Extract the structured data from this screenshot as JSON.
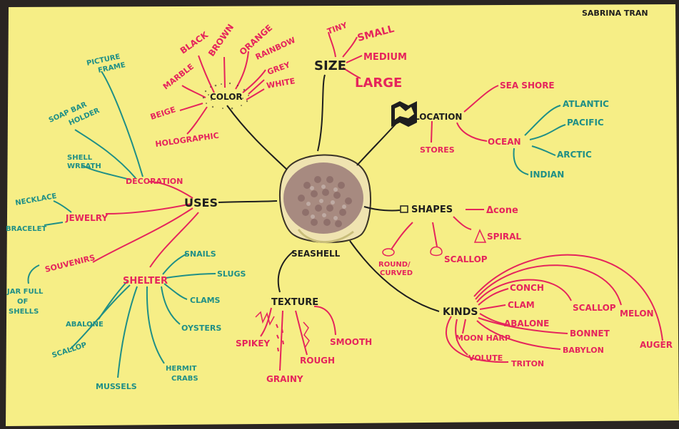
{
  "author": "SABRINA TRAN",
  "center": "SEASHELL",
  "colors": {
    "paper": "#f6ee86",
    "pink": "#e5245c",
    "teal": "#1f8f86",
    "black": "#1e1e1e"
  },
  "branches": {
    "color": {
      "label": "COLOR",
      "items": [
        "BLACK",
        "BROWN",
        "ORANGE",
        "RAINBOW",
        "GREY",
        "WHITE",
        "MARBLE",
        "BEIGE",
        "HOLOGRAPHIC"
      ]
    },
    "size": {
      "label": "SIZE",
      "items": [
        "TINY",
        "SMALL",
        "MEDIUM",
        "LARGE"
      ]
    },
    "location": {
      "label": "LOCATION",
      "items": [
        "SEA SHORE",
        "STORES",
        "OCEAN"
      ],
      "ocean_items": [
        "ATLANTIC",
        "PACIFIC",
        "ARCTIC",
        "INDIAN"
      ]
    },
    "shapes": {
      "label": "SHAPES",
      "items": [
        "Δcone",
        "SPIRAL",
        "ROUND/",
        "CURVED",
        "SCALLOP"
      ]
    },
    "kinds": {
      "label": "KINDS",
      "items": [
        "CONCH",
        "CLAM",
        "ABALONE",
        "SCALLOP",
        "MELON",
        "BONNET",
        "BABYLON",
        "AUGER",
        "MOON HARP",
        "VOLUTE",
        "TRITON"
      ]
    },
    "texture": {
      "label": "TEXTURE",
      "items": [
        "SPIKEY",
        "GRAINY",
        "ROUGH",
        "SMOOTH"
      ]
    },
    "uses": {
      "label": "USES",
      "items": [
        "DECORATION",
        "JEWELRY",
        "SOUVENIRS",
        "SHELTER"
      ],
      "decoration_items": [
        "PICTURE",
        "FRAME",
        "SOAP BAR",
        "HOLDER",
        "SHELL",
        "WREATH"
      ],
      "jewelry_items": [
        "NECKLACE",
        "BRACELET"
      ],
      "souvenir_items": [
        "JAR FULL",
        "OF",
        "SHELLS"
      ],
      "shelter_items": [
        "SNAILS",
        "SLUGS",
        "CLAMS",
        "OYSTERS",
        "HERMIT",
        "CRABS",
        "MUSSELS",
        "SCALLOP",
        "ABALONE"
      ]
    }
  }
}
